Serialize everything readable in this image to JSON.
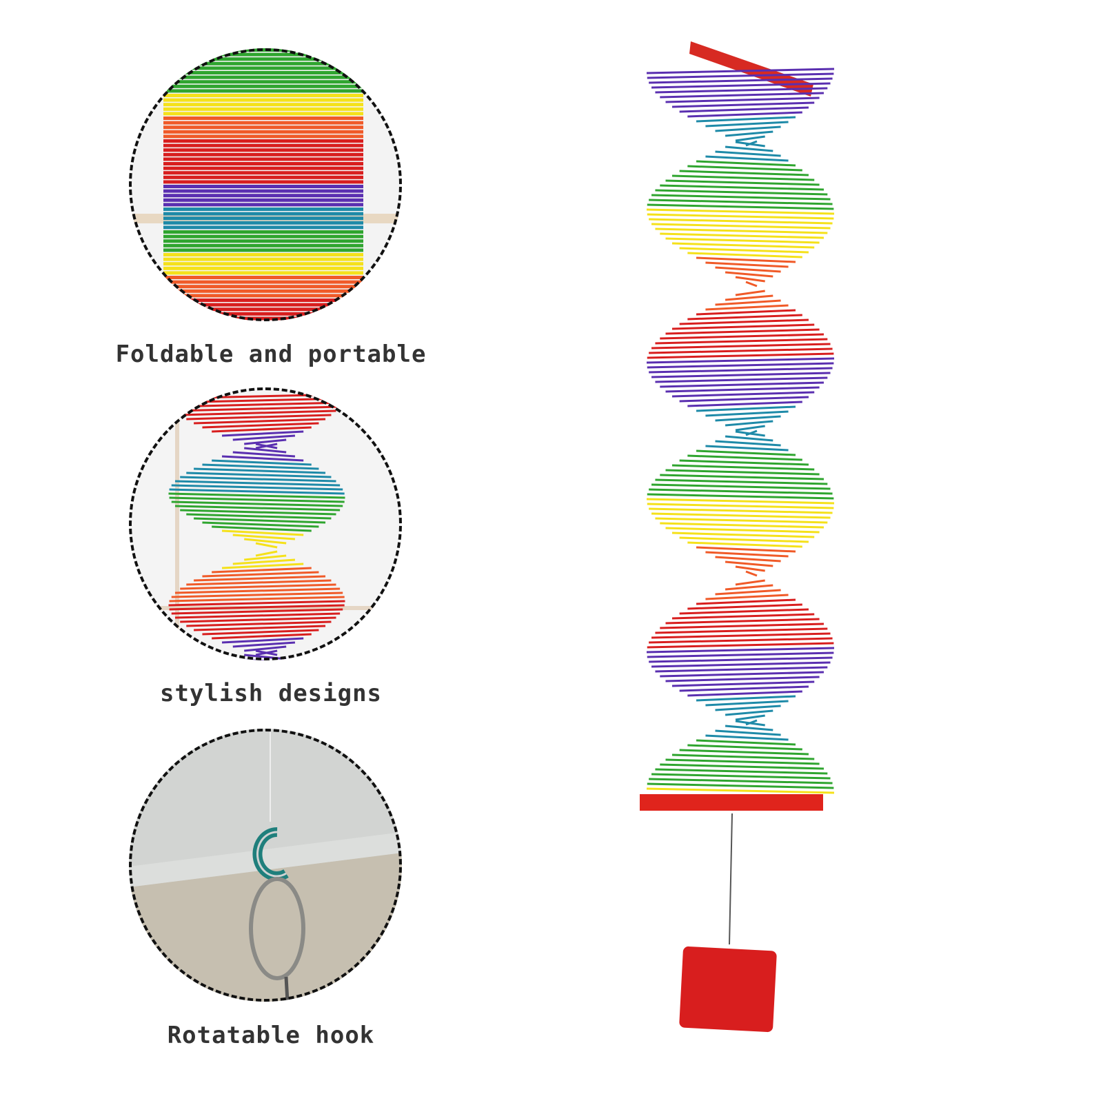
{
  "features": [
    {
      "caption": "Foldable and portable",
      "image": "folded-rainbow-slats"
    },
    {
      "caption": "stylish designs",
      "image": "rainbow-spiral-closeup"
    },
    {
      "caption": "Rotatable hook",
      "image": "c-hook-with-key-ring"
    }
  ],
  "product": {
    "name": "rainbow-wind-spinner",
    "colors": [
      "#d81e1e",
      "#f05a28",
      "#f5e11a",
      "#2fa52f",
      "#1e8aa8",
      "#5a2fb0"
    ]
  }
}
